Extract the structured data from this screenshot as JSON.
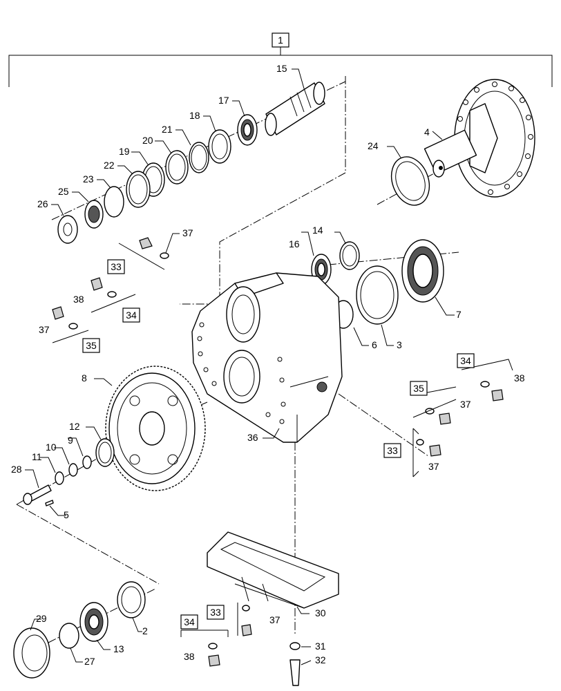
{
  "assembly_callout": "1",
  "callouts": {
    "c2": "2",
    "c3": "3",
    "c4": "4",
    "c5": "5",
    "c6": "6",
    "c7": "7",
    "c8": "8",
    "c9": "9",
    "c10": "10",
    "c11": "11",
    "c12": "12",
    "c13": "13",
    "c14": "14",
    "c15": "15",
    "c16": "16",
    "c17": "17",
    "c18": "18",
    "c19": "19",
    "c20": "20",
    "c21": "21",
    "c22": "22",
    "c23": "23",
    "c24": "24",
    "c25": "25",
    "c26": "26",
    "c27": "27",
    "c28": "28",
    "c29": "29",
    "c30": "30",
    "c31": "31",
    "c32": "32",
    "c36": "36",
    "c37a": "37",
    "c37b": "37",
    "c37c": "37",
    "c37d": "37",
    "c37e": "37",
    "c38a": "38",
    "c38b": "38",
    "c38c": "38"
  },
  "kits": {
    "k33a": "33",
    "k34a": "34",
    "k35a": "35",
    "k34b": "34",
    "k35b": "35",
    "k33b": "33",
    "k33c": "33",
    "k34c": "34"
  }
}
